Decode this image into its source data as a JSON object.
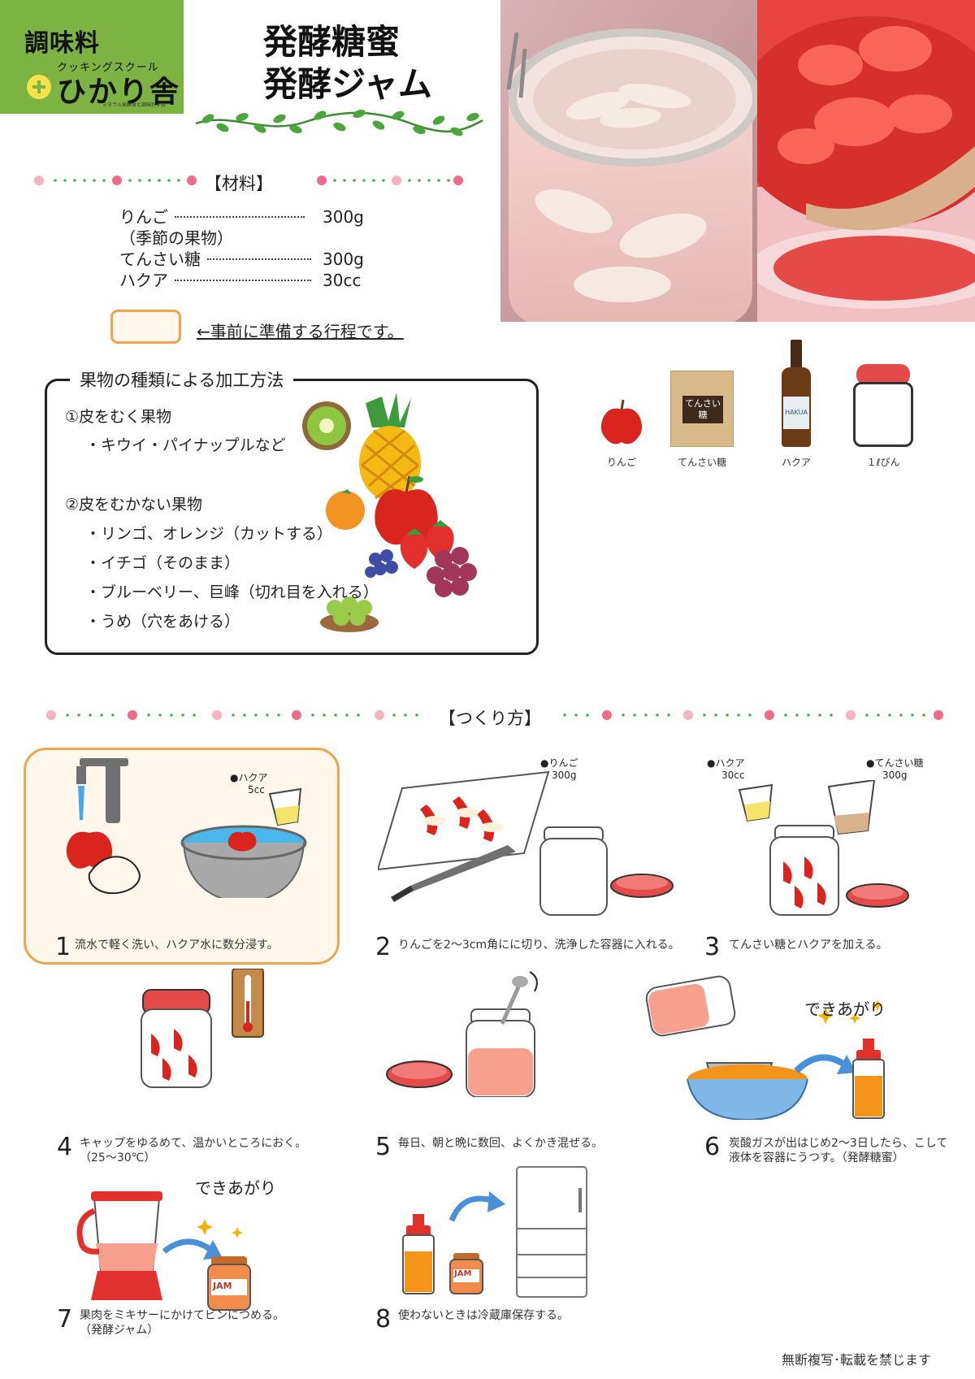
{
  "logo": {
    "category": "調味料",
    "subtitle": "クッキングスクール",
    "name": "ひかり舎",
    "tagline": "ミネラル発酵食と調味料学校"
  },
  "title": {
    "line1": "発酵糖蜜",
    "line2": "発酵ジャム"
  },
  "ingredients": {
    "heading": "【材料】",
    "items": [
      {
        "name": "りんご",
        "qty": "300g"
      },
      {
        "name": "（季節の果物）",
        "qty": ""
      },
      {
        "name": "てんさい糖",
        "qty": "300g"
      },
      {
        "name": "ハクア",
        "qty": "30cc"
      }
    ]
  },
  "legend": {
    "note": "←事前に準備する行程です。"
  },
  "fruit_box": {
    "title": "果物の種類による加工方法",
    "group1_title": "①皮をむく果物",
    "group1_items": [
      "・キウイ・パイナップルなど"
    ],
    "group2_title": "②皮をむかない果物",
    "group2_items": [
      "・リンゴ、オレンジ（カットする）",
      "・イチゴ（そのまま）",
      "・ブルーベリー、巨峰（切れ目を入れる）",
      "・うめ（穴をあける）"
    ]
  },
  "supplies": [
    {
      "label": "りんご"
    },
    {
      "label": "てんさい糖",
      "pack_text": "てんさい糖"
    },
    {
      "label": "ハクア",
      "bottle_text": "HAKUA"
    },
    {
      "label": "１ℓびん"
    }
  ],
  "method": {
    "heading": "【つくり方】"
  },
  "steps": [
    {
      "num": "1",
      "text": "流水で軽く洗い、ハクア水に数分浸す。",
      "labels": [
        "●ハクア",
        "5cc"
      ]
    },
    {
      "num": "2",
      "text": "りんごを2〜3cm角にに切り、洗浄した容器に入れる。",
      "labels": [
        "●りんご",
        "300g"
      ]
    },
    {
      "num": "3",
      "text": "てんさい糖とハクアを加える。",
      "labels": [
        "●ハクア",
        "30cc",
        "●てんさい糖",
        "300g"
      ]
    },
    {
      "num": "4",
      "text": "キャップをゆるめて、温かいところにおく。",
      "text2": "（25〜30℃）"
    },
    {
      "num": "5",
      "text": "毎日、朝と晩に数回、よくかき混ぜる。"
    },
    {
      "num": "6",
      "text": "炭酸ガスが出はじめ2〜3日したら、こして",
      "text2": "液体を容器にうつす。（発酵糖蜜）",
      "done": "できあがり"
    },
    {
      "num": "7",
      "text": "果肉をミキサーにかけてビンにつめる。",
      "text2": "（発酵ジャム）",
      "done": "できあがり",
      "jam_label": "JAM"
    },
    {
      "num": "8",
      "text": "使わないときは冷蔵庫保存する。",
      "jam_label": "JAM"
    }
  ],
  "footer": {
    "copyright": "無断複写･転載を禁じます"
  },
  "colors": {
    "accent_orange": "#f0a54b",
    "logo_green": "#7cb342",
    "flower_pink": "#f06b8a",
    "dot_green": "#4caf50"
  }
}
